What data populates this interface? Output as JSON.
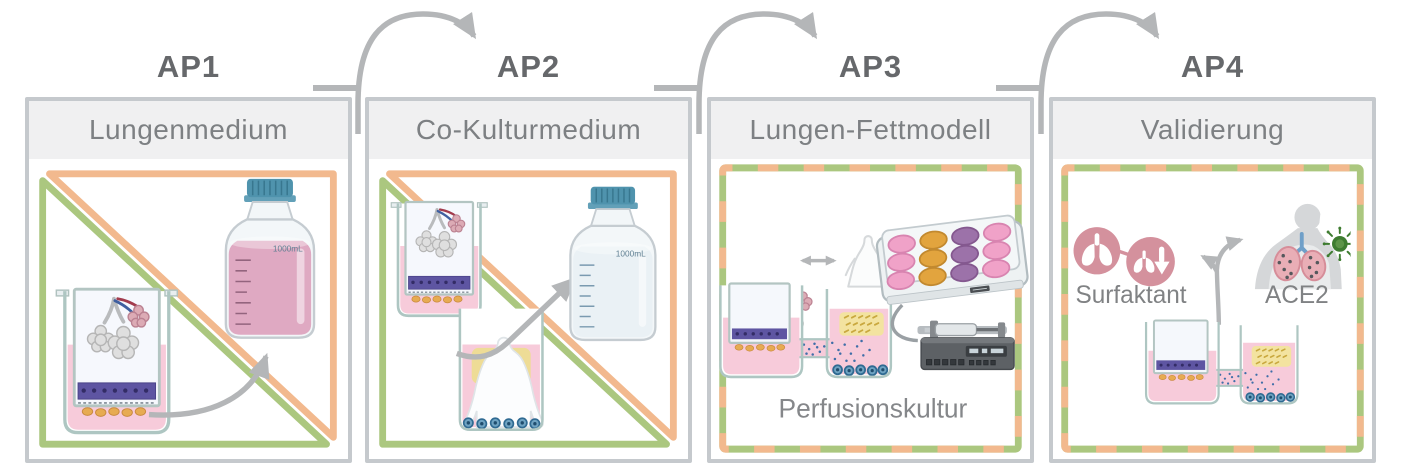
{
  "panels": [
    {
      "ap": "AP1",
      "title": "Lungenmedium",
      "bottle_label": "1000mL"
    },
    {
      "ap": "AP2",
      "title": "Co-Kulturmedium",
      "bottle_label": "1000mL"
    },
    {
      "ap": "AP3",
      "title": "Lungen-Fettmodell",
      "caption": "Perfusionskultur"
    },
    {
      "ap": "AP4",
      "title": "Validierung",
      "label_surfactant": "Surfaktant",
      "label_ace2": "ACE2"
    }
  ],
  "icons": {
    "flow-arrow-icon": "curved-arc-arrow-right",
    "transfer-arrow-icon": "curved-gray-arrow",
    "double-arrow-icon": "left-right-arrow",
    "fork-arrow-icon": "branching-arrow",
    "alveoli-icon": "grape-like-alveoli-cluster",
    "body-outline-icon": "obese-body-silhouette",
    "lung-badge-icon": "pink-circle-with-white-lungs",
    "lung-decrease-badge-icon": "pink-circle-lungs-with-down-arrow",
    "virus-icon": "green-spiked-coronavirus",
    "coughing-person-icon": "person-with-infected-lungs"
  },
  "colors": {
    "accent_orange": "#F2B98E",
    "accent_green": "#ABC77F",
    "arrow_gray": "#B4B6B8",
    "panel_border_gray": "#C5C9CD",
    "header_bg": "#F0F0F1",
    "title_gray": "#7D8083",
    "ap_label_gray": "#66686B",
    "medium_pink": "#F7CBDA",
    "bottle_liquid_pink": "#DFA9C2",
    "bottle_cap_blue": "#4F93AD",
    "cell_band_purple": "#5E55A2",
    "cell_dots_orange": "#E7AB52",
    "cell_blue": "#6FA3C2",
    "fat_yellow": "#EEDC96",
    "plate_well_pink": "#F0A2C8",
    "plate_well_orange": "#E2A43E",
    "plate_well_purple": "#9C72A9",
    "badge_pink": "#D4919D",
    "virus_green": "#3E7C30"
  }
}
